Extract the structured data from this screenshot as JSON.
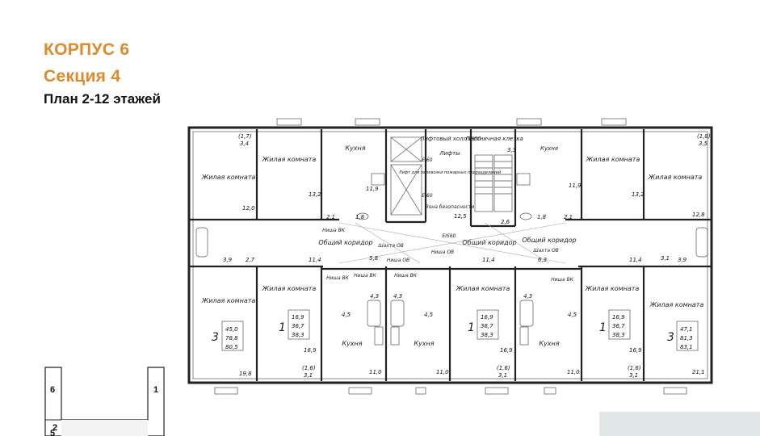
{
  "header": {
    "building": "КОРПУС 6",
    "section": "Секция 4",
    "plan": "План 2-12 этажей"
  },
  "rooms": {
    "living": "Жилая комната",
    "kitchen": "Кухня",
    "corridor": "Общий коридор",
    "lift_hall": "Лифтовый холл EI60",
    "stairs": "Лестничная клетка",
    "lifts": "Лифты",
    "fire_lift": "Лифт для перевозки пожарных подразделений",
    "safety_zone": "Зона безопасности",
    "niche_vk": "Ниша ВК",
    "niche_ov": "Ниша ОВ",
    "shaft_ov": "Шахта ОВ",
    "ei60": "EI60",
    "ei60_2": "EI60",
    "ei60_3": "EIS60"
  },
  "areas": {
    "a3_3": "3,3",
    "a1_7": "(1,7)",
    "a3_4": "3,4",
    "a1_8": "(1,8)",
    "a3_5": "3,5",
    "a13_2_l": "13,2",
    "a13_2_r": "13,2",
    "a11_9_l": "11,9",
    "a11_9_r": "11,9",
    "a12_5": "12,5",
    "a12_0": "12,0",
    "a12_8": "12,8",
    "a2_1_l": "2,1",
    "a1_8_l": "1,8",
    "a2_6": "2,6",
    "a1_8_r": "1,8",
    "a2_1_r": "2,1",
    "a3_9_l": "3,9",
    "a2_7": "2,7",
    "a11_4_l": "11,4",
    "a5_8": "5,8",
    "a11_4_m": "11,4",
    "a6_3": "6,3",
    "a11_4_r": "11,4",
    "a3_1": "3,1",
    "a3_9_r": "3,9",
    "a4_5_1": "4,5",
    "a4_3_1": "4,3",
    "a4_3_2": "4,3",
    "a4_5_2": "4,5",
    "a4_3_3": "4,3",
    "a4_5_3": "4,5",
    "a16_9_1": "16,9",
    "a16_9_2": "16,9",
    "a16_9_3": "16,9",
    "a16_9_4": "16,9",
    "a19_8": "19,8",
    "a11_0_1": "11,0",
    "a11_0_2": "11,0",
    "a11_0_3": "11,0",
    "a21_1": "21,1",
    "a1_6_1": "(1,6)",
    "a3_1_1": "3,1",
    "a1_6_2": "(1,6)",
    "a3_1_2": "3,1",
    "a1_6_3": "(1,6)",
    "a3_1_3": "3,1"
  },
  "apartments": [
    {
      "rooms": "3",
      "areas": [
        "45,0",
        "78,8",
        "80,5"
      ]
    },
    {
      "rooms": "1",
      "areas": [
        "16,9",
        "36,7",
        "38,3"
      ]
    },
    {
      "rooms": "1",
      "areas": [
        "16,9",
        "36,7",
        "38,3"
      ]
    },
    {
      "rooms": "1",
      "areas": [
        "16,9",
        "36,7",
        "38,3"
      ]
    },
    {
      "rooms": "3",
      "areas": [
        "47,1",
        "81,3",
        "83,1"
      ]
    }
  ],
  "key_plan": {
    "s6": "6",
    "s1": "1",
    "s2": "2",
    "s5": "5"
  }
}
